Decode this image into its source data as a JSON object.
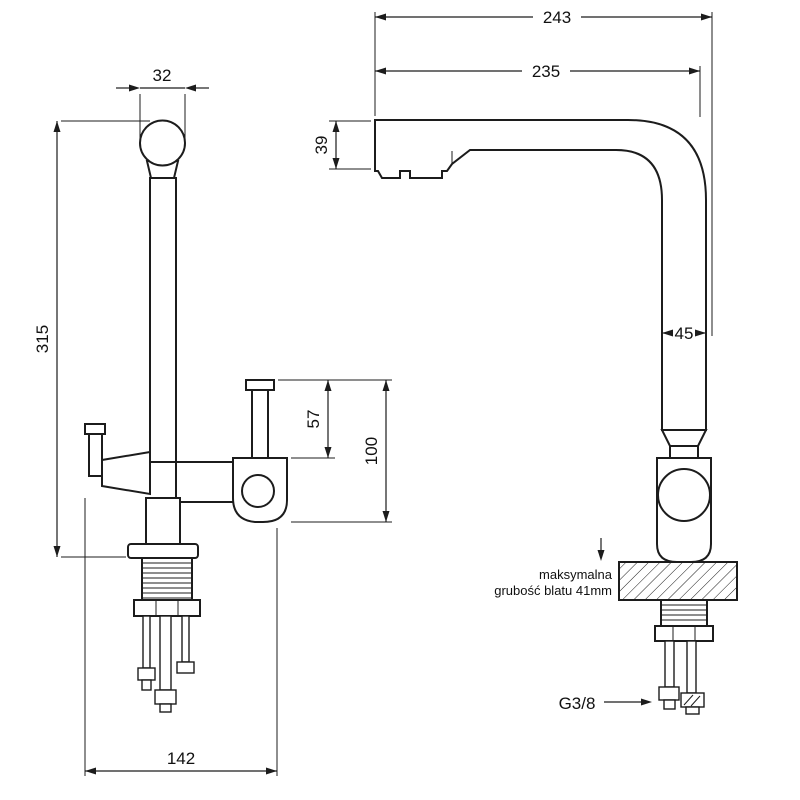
{
  "page": {
    "background_color": "#ffffff",
    "line_color": "#1c1c1c"
  },
  "front_view": {
    "dim_spout_head_width": "32",
    "dim_total_height": "315",
    "dim_outlet_upper_height": "57",
    "dim_outlet_total_height": "100",
    "dim_base_span": "142"
  },
  "side_view": {
    "dim_total_depth": "243",
    "dim_spout_reach": "235",
    "dim_spout_head_height": "39",
    "dim_body_depth": "45",
    "countertop_note_line1": "maksymalna",
    "countertop_note_line2": "grubość blatu 41mm",
    "thread_size_label": "G3/8"
  }
}
